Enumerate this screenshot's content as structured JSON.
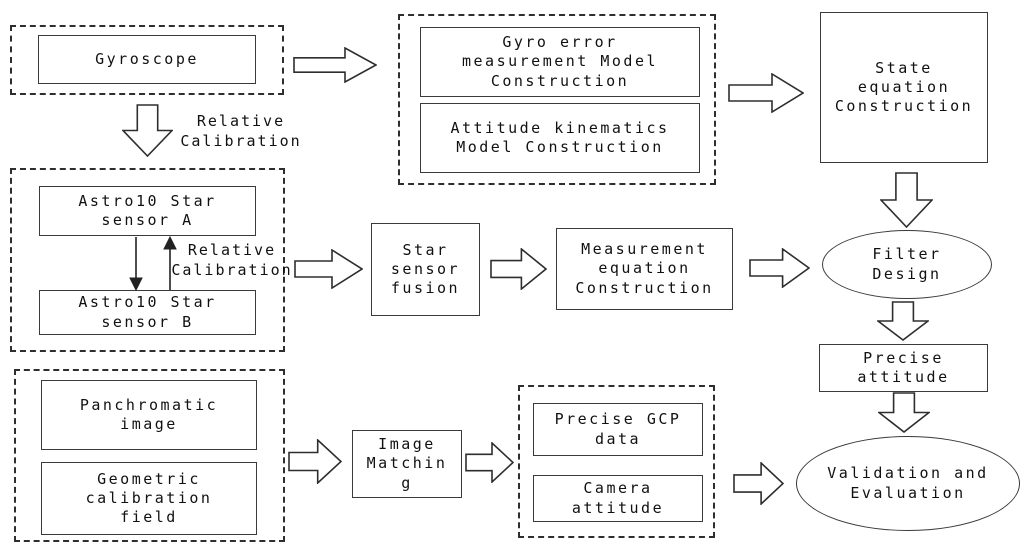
{
  "diagram": {
    "colors": {
      "background": "#ffffff",
      "line": "#2e2e2e",
      "text": "#111111"
    },
    "nodes": {
      "gyroscope": {
        "label": "Gyroscope"
      },
      "gyro_error": {
        "label": "Gyro error\nmeasurement Model\nConstruction"
      },
      "attitude_kinematics": {
        "label": "Attitude kinematics\nModel Construction"
      },
      "state_equation": {
        "label": "State\nequation\nConstruction"
      },
      "astro_a": {
        "label": "Astro10 Star\nsensor A"
      },
      "astro_b": {
        "label": "Astro10 Star\nsensor B"
      },
      "star_fusion": {
        "label": "Star\nsensor\nfusion"
      },
      "measurement_equation": {
        "label": "Measurement\nequation\nConstruction"
      },
      "filter_design": {
        "label": "Filter\nDesign"
      },
      "precise_attitude": {
        "label": "Precise\nattitude"
      },
      "panchromatic": {
        "label": "Panchromatic\nimage"
      },
      "geometric_field": {
        "label": "Geometric\ncalibration\nfield"
      },
      "image_matching": {
        "label": "Image\nMatchin\ng"
      },
      "precise_gcp": {
        "label": "Precise GCP\ndata"
      },
      "camera_attitude": {
        "label": "Camera\nattitude"
      },
      "validation": {
        "label": "Validation and\nEvaluation"
      }
    },
    "annotations": {
      "relative_calibration_top": "Relative\nCalibration",
      "relative_calibration_mid": "Relative\nCalibration"
    }
  }
}
